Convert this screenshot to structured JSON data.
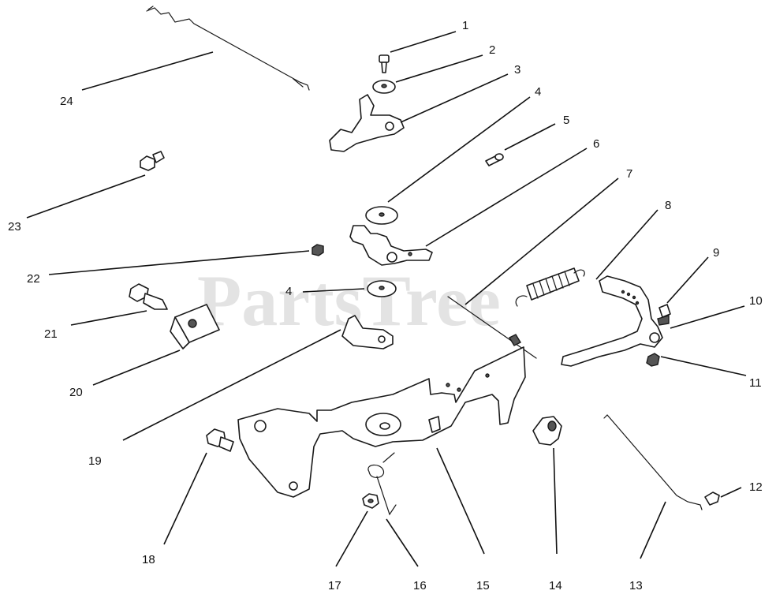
{
  "watermark": "PartsTree",
  "callouts": [
    "1",
    "2",
    "3",
    "4",
    "5",
    "6",
    "7",
    "8",
    "9",
    "10",
    "11",
    "12",
    "13",
    "14",
    "15",
    "16",
    "17",
    "18",
    "19",
    "20",
    "21",
    "22",
    "23",
    "24",
    "4"
  ],
  "colors": {
    "ink": "#111111",
    "watermark": "#cccccc",
    "background": "#ffffff"
  }
}
